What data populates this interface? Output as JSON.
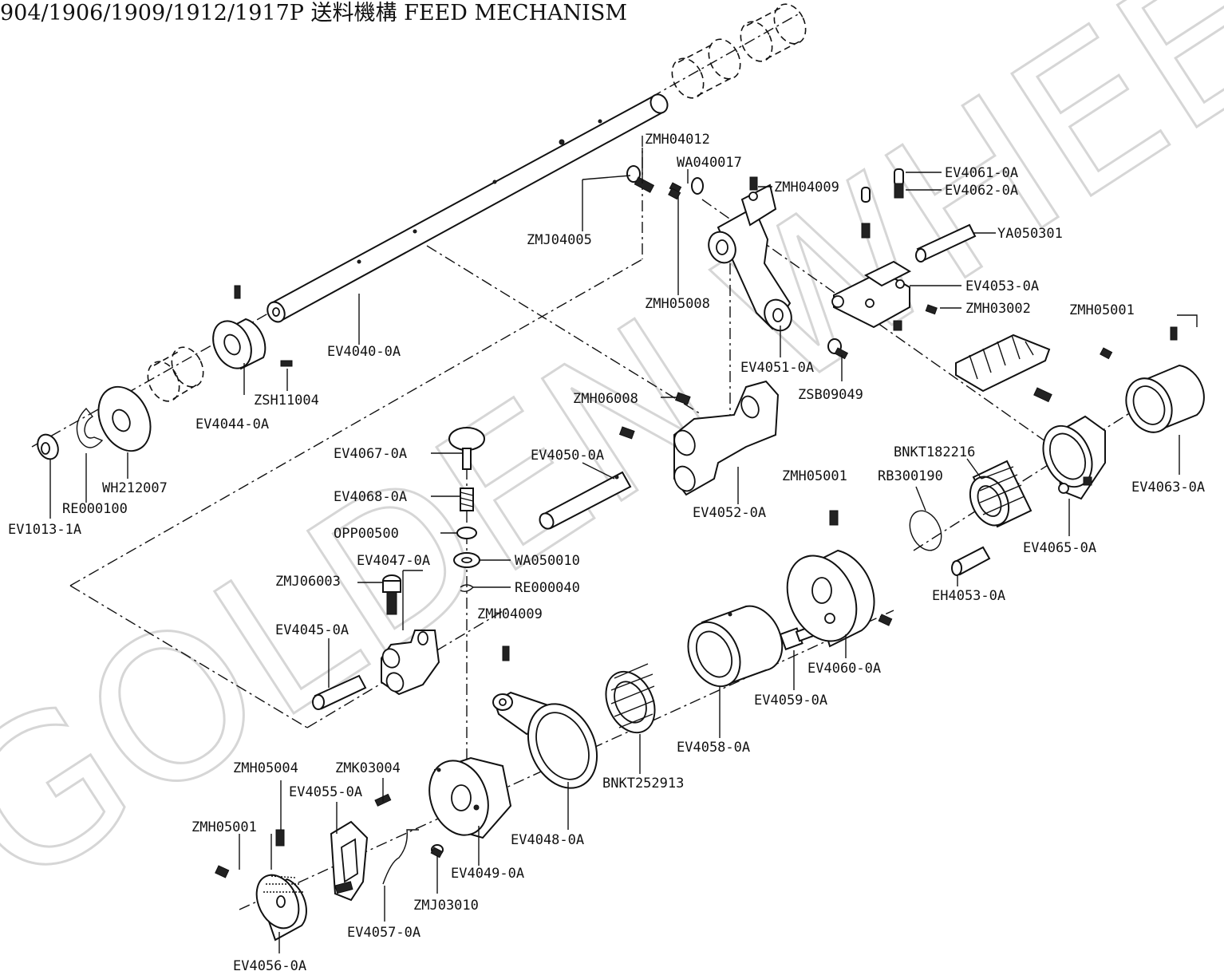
{
  "title": "904/1906/1909/1912/1917P 送料機構 FEED MECHANISM",
  "watermark": "GOLDEN WHEEL",
  "colors": {
    "line": "#111111",
    "watermark": "#d6d6d6",
    "background": "#ffffff"
  },
  "parts": {
    "ev4040": "EV4040-0A",
    "ev4044": "EV4044-0A",
    "zsh11004": "ZSH11004",
    "wh212007": "WH212007",
    "re000100": "RE000100",
    "ev1013": "EV1013-1A",
    "zmh04012": "ZMH04012",
    "wa040017": "WA040017",
    "zmh04009_top": "ZMH04009",
    "zmj04005": "ZMJ04005",
    "zmh05008": "ZMH05008",
    "ev4061": "EV4061-0A",
    "ev4062": "EV4062-0A",
    "ya050301": "YA050301",
    "ev4053": "EV4053-0A",
    "zmh03002": "ZMH03002",
    "zmh05001_right": "ZMH05001",
    "ev4051": "EV4051-0A",
    "zsb09049": "ZSB09049",
    "zmh06008": "ZMH06008",
    "ev4067": "EV4067-0A",
    "ev4050": "EV4050-0A",
    "ev4052": "EV4052-0A",
    "ev4068": "EV4068-0A",
    "opp00500": "OPP00500",
    "ev4047": "EV4047-0A",
    "wa050010": "WA050010",
    "zmj06003": "ZMJ06003",
    "re000040": "RE000040",
    "zmh04009_mid": "ZMH04009",
    "ev4045": "EV4045-0A",
    "bnkt182216": "BNKT182216",
    "rb300190": "RB300190",
    "zmh05001_mid": "ZMH05001",
    "ev4063": "EV4063-0A",
    "ev4065": "EV4065-0A",
    "eh4053": "EH4053-0A",
    "ev4060": "EV4060-0A",
    "ev4059": "EV4059-0A",
    "ev4058": "EV4058-0A",
    "bnkt252913": "BNKT252913",
    "ev4048": "EV4048-0A",
    "zmh05004": "ZMH05004",
    "zmk03004": "ZMK03004",
    "ev4055": "EV4055-0A",
    "zmh05001_left": "ZMH05001",
    "ev4049": "EV4049-0A",
    "zmj03010": "ZMJ03010",
    "ev4057": "EV4057-0A",
    "ev4056": "EV4056-0A"
  }
}
